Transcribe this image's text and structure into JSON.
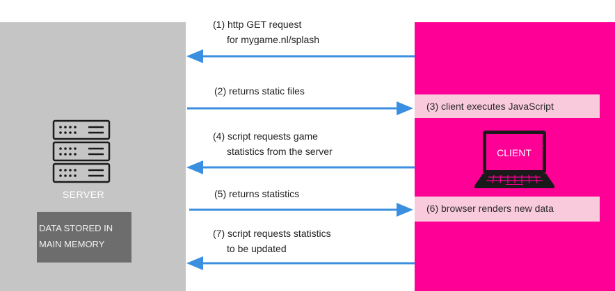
{
  "server": {
    "label": "SERVER",
    "memory_label_line1": "DATA STORED IN",
    "memory_label_line2": "MAIN MEMORY"
  },
  "client": {
    "label": "CLIENT"
  },
  "steps": [
    {
      "line1": "(1) http GET request",
      "line2": "for mygame.nl/splash",
      "direction": "to-server"
    },
    {
      "line1": "(2) returns static files",
      "line2": "",
      "direction": "to-client"
    },
    {
      "line1": "(3) client executes JavaScript",
      "line2": "",
      "direction": "client-action"
    },
    {
      "line1": "(4) script requests game",
      "line2": "statistics from the server",
      "direction": "to-server"
    },
    {
      "line1": "(5) returns statistics",
      "line2": "",
      "direction": "to-client"
    },
    {
      "line1": "(6) browser renders new data",
      "line2": "",
      "direction": "client-action"
    },
    {
      "line1": "(7) script requests statistics",
      "line2": "to be updated",
      "direction": "to-server"
    }
  ],
  "colors": {
    "server_panel": "#c5c5c5",
    "client_panel": "#ff0096",
    "memory_box": "#6d6d6d",
    "action_box": "#f9c9dc",
    "arrow": "#3b8fe0"
  }
}
